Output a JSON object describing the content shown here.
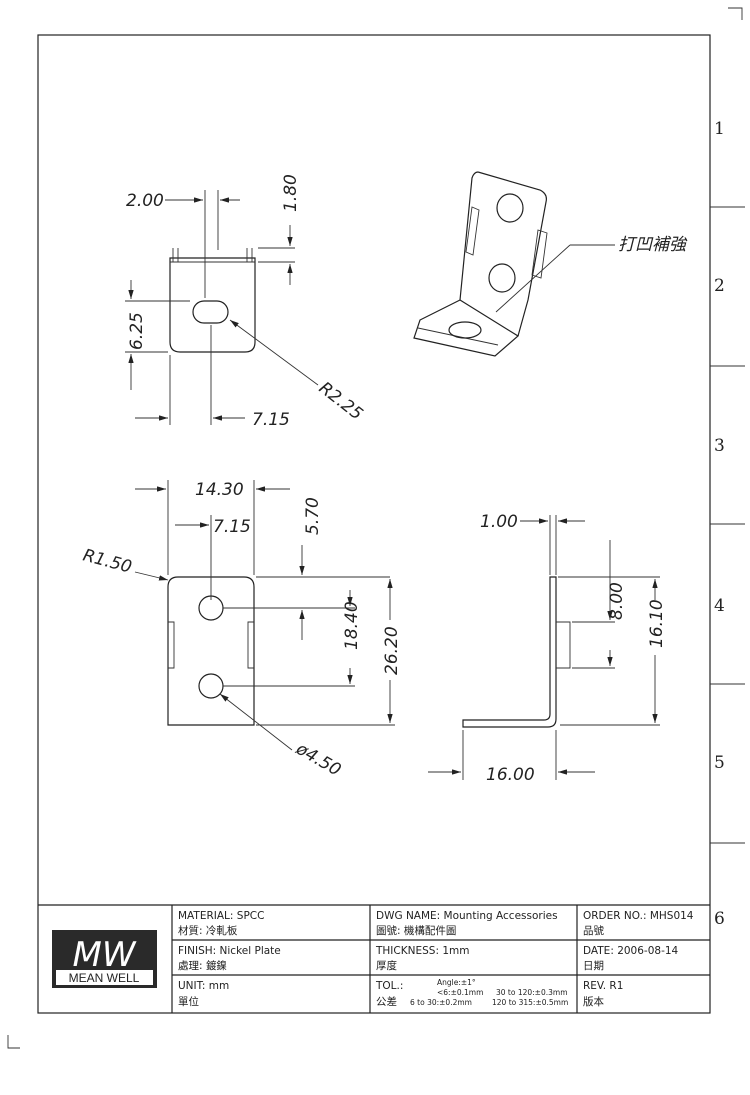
{
  "drawing": {
    "zones": [
      "1",
      "2",
      "3",
      "4",
      "5",
      "6"
    ],
    "top_view": {
      "dim_width": "2.00",
      "dim_tab": "1.80",
      "dim_slot_height": "6.25",
      "dim_slot_offset": "7.15",
      "dim_radius": "R2.25"
    },
    "iso_view": {
      "callout": "打凹補強"
    },
    "front_view": {
      "dim_width": "14.30",
      "dim_center": "7.15",
      "dim_top": "5.70",
      "dim_corner": "R1.50",
      "dim_hole_spacing": "18.40",
      "dim_height": "26.20",
      "dim_hole": "ø4.50"
    },
    "side_view": {
      "dim_thickness": "1.00",
      "dim_bump": "8.00",
      "dim_bump_offset": "16.10",
      "dim_base": "16.00"
    }
  },
  "title_block": {
    "logo": {
      "mark": "MW",
      "name": "MEAN WELL"
    },
    "material": "MATERIAL: SPCC",
    "material_zh": "材質: 冷軋板",
    "finish": "FINISH: Nickel Plate",
    "finish_zh": "處理: 鍍鎳",
    "unit": "UNIT: mm",
    "unit_zh": "單位",
    "dwg_name": "DWG NAME: Mounting Accessories",
    "dwg_name_zh": "圖號: 機構配件圖",
    "thickness": "THICKNESS: 1mm",
    "thickness_zh": "厚度",
    "tol": "TOL.:",
    "tol_zh": "公差",
    "tol_angle": "Angle:±1°",
    "tol_1": "<6:±0.1mm",
    "tol_2": "6 to  30:±0.2mm",
    "tol_3": "30 to 120:±0.3mm",
    "tol_4": "120 to 315:±0.5mm",
    "order_no": "ORDER NO.: MHS014",
    "order_no_zh": "品號",
    "date": "DATE: 2006-08-14",
    "date_zh": "日期",
    "rev": "REV. R1",
    "rev_zh": "版本"
  }
}
